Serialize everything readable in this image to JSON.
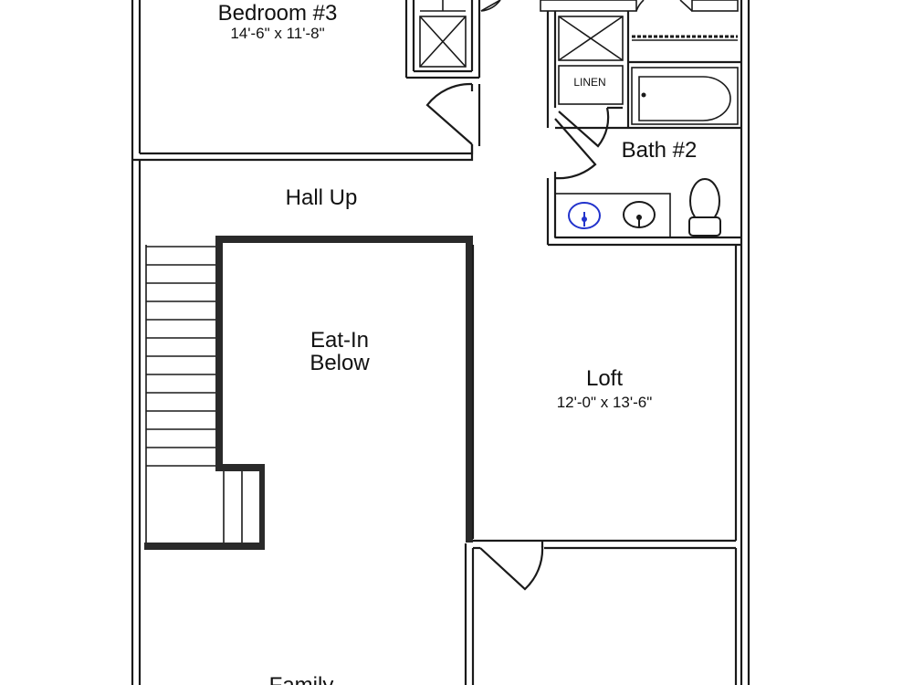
{
  "rooms": {
    "bedroom3": {
      "name": "Bedroom #3",
      "dims": "14'-6\" x 11'-8\""
    },
    "bath2": {
      "name": "Bath #2"
    },
    "linen": {
      "name": "LINEN"
    },
    "hall": {
      "name": "Hall Up"
    },
    "eat_in": {
      "line1": "Eat-In",
      "line2": "Below"
    },
    "loft": {
      "name": "Loft",
      "dims": "12'-0\" x 13'-6\""
    },
    "family": {
      "name": "Family"
    }
  },
  "colors": {
    "wall": "#1a1a1a",
    "left_sink": "#2233cc",
    "background": "#ffffff"
  }
}
